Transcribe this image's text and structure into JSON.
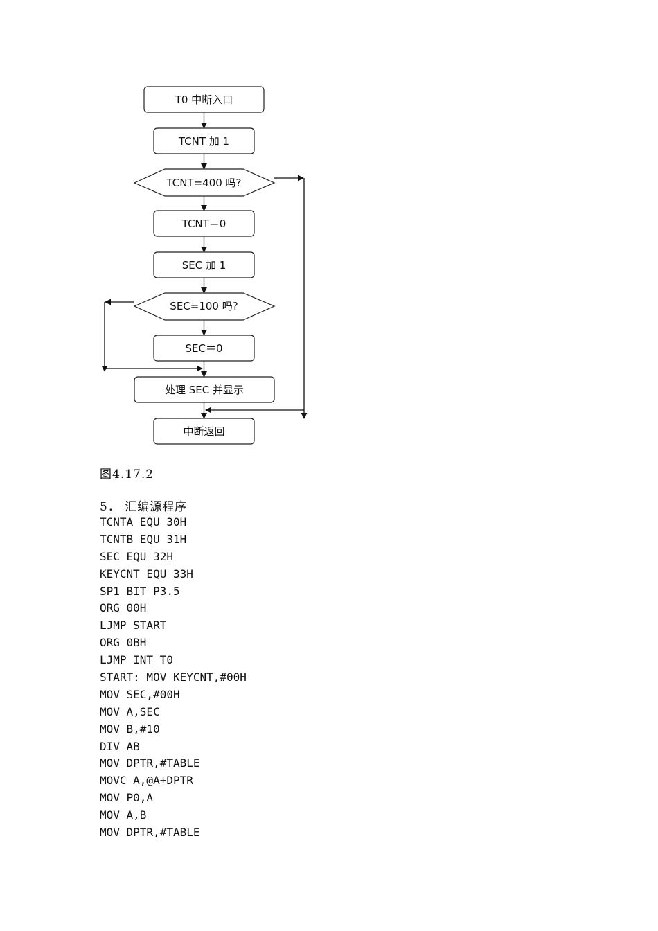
{
  "flowchart": {
    "nodes": [
      {
        "id": "entry",
        "shape": "rounded-rect",
        "label": "T0 中断入口"
      },
      {
        "id": "inc_tcnt",
        "shape": "rounded-rect",
        "label": "TCNT 加 1"
      },
      {
        "id": "check_tcnt",
        "shape": "hexagon",
        "label": "TCNT=400 吗?"
      },
      {
        "id": "reset_tcnt",
        "shape": "rounded-rect",
        "label": "TCNT＝0"
      },
      {
        "id": "inc_sec",
        "shape": "rounded-rect",
        "label": "SEC 加 1"
      },
      {
        "id": "check_sec",
        "shape": "hexagon",
        "label": "SEC=100 吗?"
      },
      {
        "id": "reset_sec",
        "shape": "rounded-rect",
        "label": "SEC＝0"
      },
      {
        "id": "process",
        "shape": "rounded-rect",
        "label": "处理 SEC 并显示"
      },
      {
        "id": "return",
        "shape": "rounded-rect",
        "label": "中断返回"
      }
    ],
    "edges": [
      {
        "from": "entry",
        "to": "inc_tcnt"
      },
      {
        "from": "inc_tcnt",
        "to": "check_tcnt"
      },
      {
        "from": "check_tcnt",
        "to": "reset_tcnt"
      },
      {
        "from": "check_tcnt",
        "to": "return",
        "route": "right-bypass"
      },
      {
        "from": "reset_tcnt",
        "to": "inc_sec"
      },
      {
        "from": "inc_sec",
        "to": "check_sec"
      },
      {
        "from": "check_sec",
        "to": "reset_sec"
      },
      {
        "from": "check_sec",
        "to": "process",
        "route": "left-bypass"
      },
      {
        "from": "reset_sec",
        "to": "process"
      },
      {
        "from": "process",
        "to": "return"
      }
    ]
  },
  "caption": "图4.17.2",
  "section_title": "5． 汇编源程序",
  "code_lines": [
    "TCNTA EQU 30H",
    "TCNTB EQU 31H",
    "SEC EQU 32H",
    "KEYCNT EQU 33H",
    "SP1 BIT P3.5",
    "ORG 00H",
    "LJMP START",
    "ORG 0BH",
    "LJMP INT_T0",
    "START: MOV KEYCNT,#00H",
    "MOV SEC,#00H",
    "MOV A,SEC",
    "MOV B,#10",
    "DIV AB",
    "MOV DPTR,#TABLE",
    "MOVC A,@A+DPTR",
    "MOV P0,A",
    "MOV A,B",
    "MOV DPTR,#TABLE"
  ]
}
